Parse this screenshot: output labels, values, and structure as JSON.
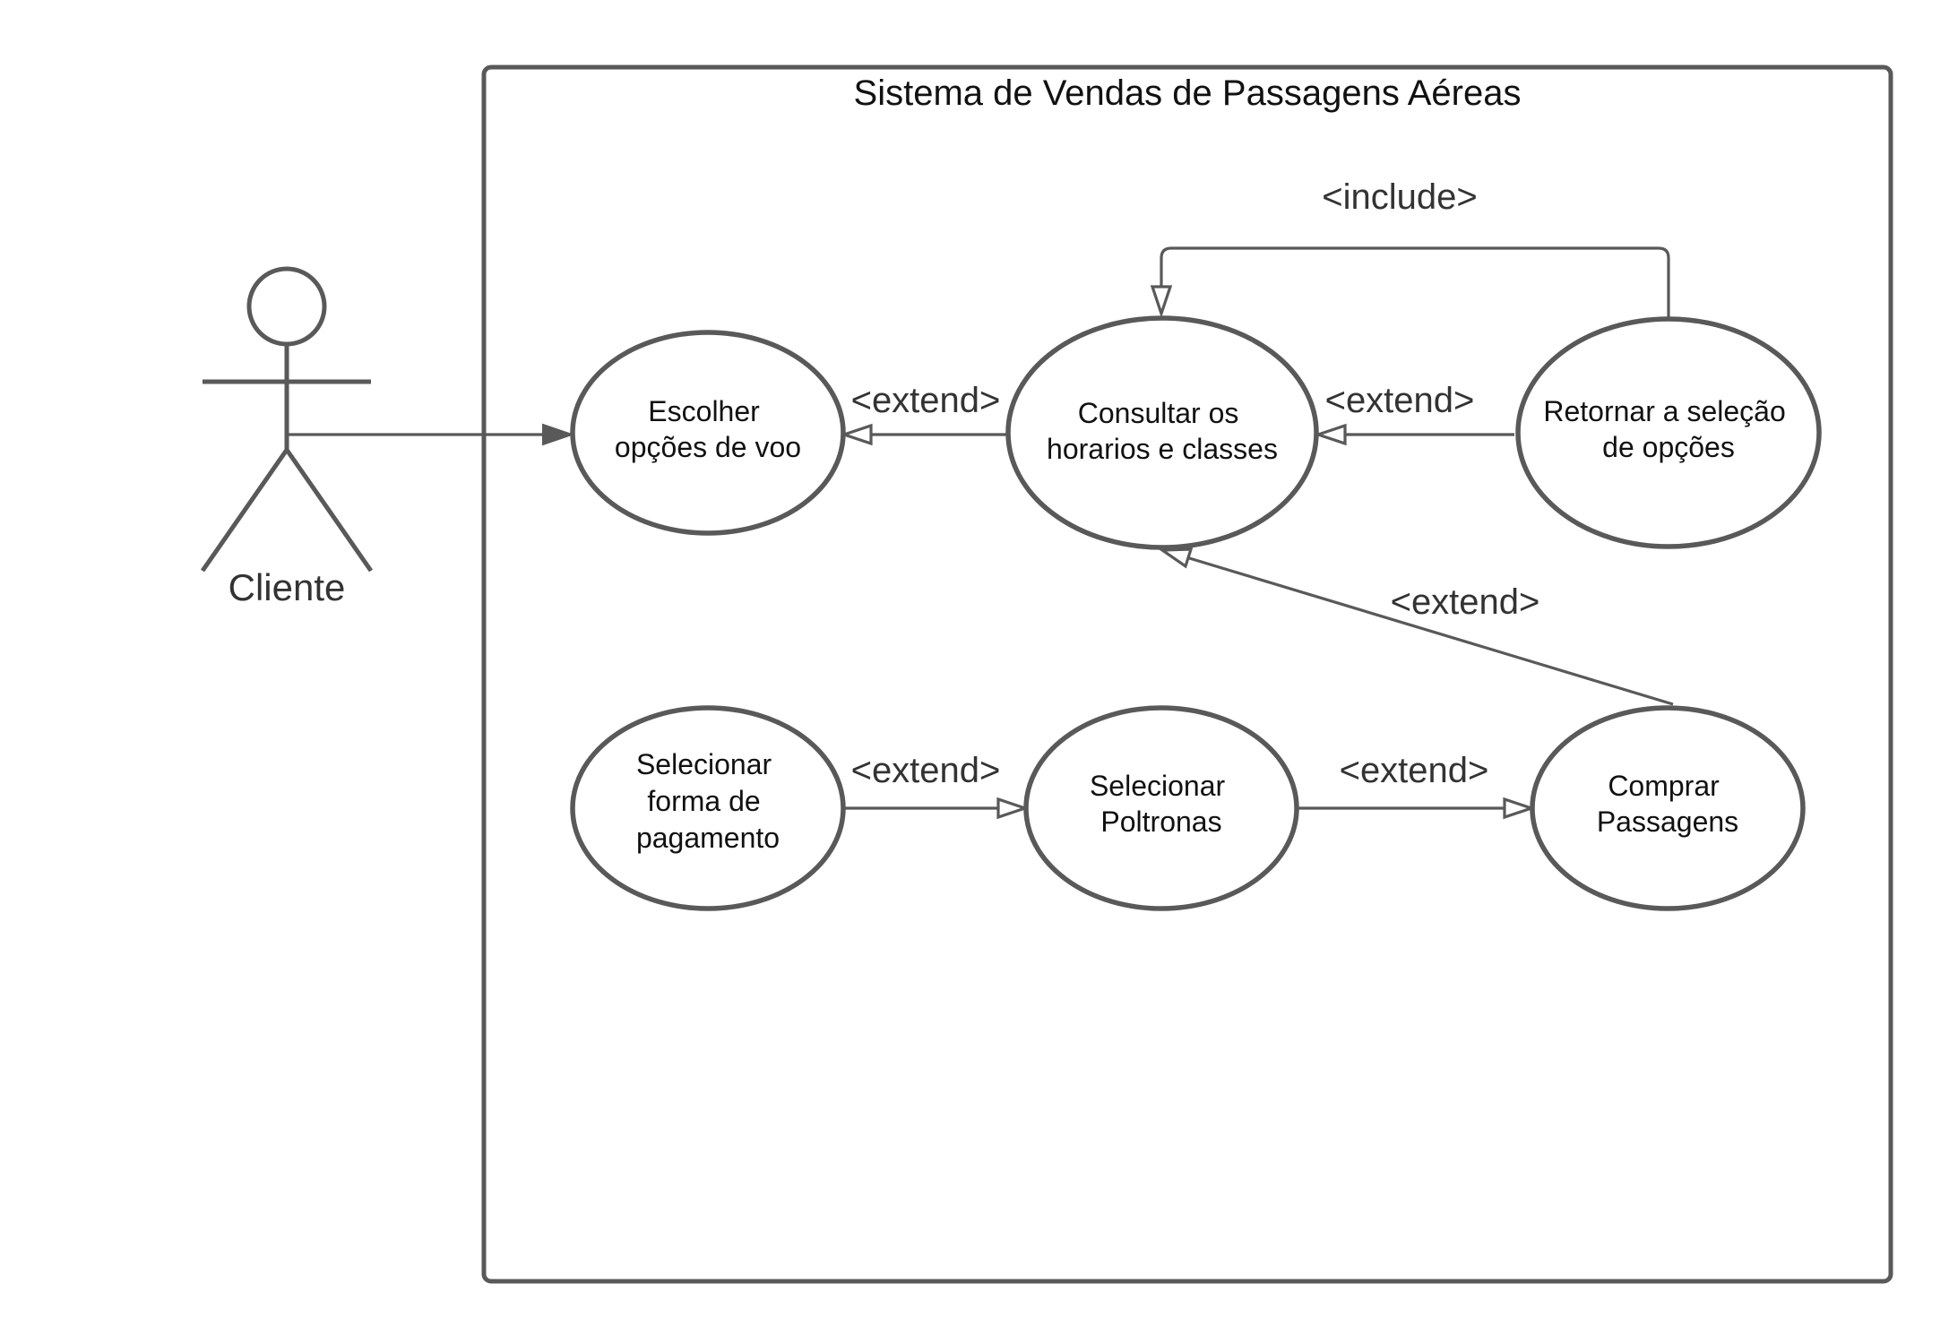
{
  "system": {
    "title": "Sistema de Vendas de Passagens Aéreas"
  },
  "actor": {
    "label": "Cliente"
  },
  "use_cases": {
    "escolher": [
      "Escolher",
      "opções de voo"
    ],
    "consultar": [
      "Consultar os",
      "horarios e classes"
    ],
    "retornar": [
      "Retornar a seleção",
      "de opções"
    ],
    "selecionar_pagamento": [
      "Selecionar",
      "forma de",
      "pagamento"
    ],
    "selecionar_poltronas": [
      "Selecionar",
      "Poltronas"
    ],
    "comprar": [
      "Comprar",
      "Passagens"
    ]
  },
  "relations": {
    "include_label": "<include>",
    "extend_consultar_escolher": "<extend>",
    "extend_retornar_consultar": "<extend>",
    "extend_comprar_consultar": "<extend>",
    "extend_pagamento_poltronas": "<extend>",
    "extend_poltronas_comprar": "<extend>"
  },
  "colors": {
    "line": "#595959",
    "text": "#111111",
    "background": "#ffffff"
  }
}
